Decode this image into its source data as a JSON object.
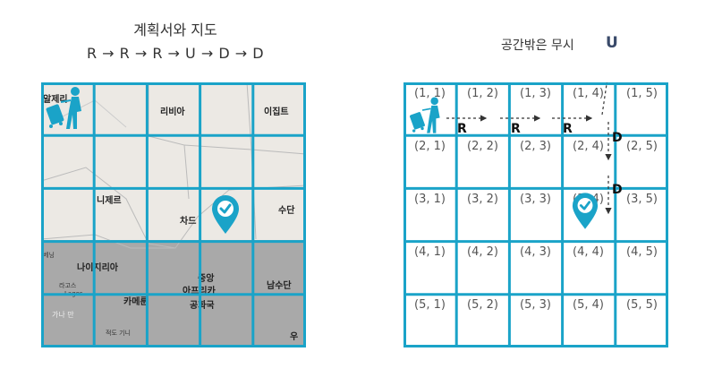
{
  "left": {
    "title": "계획서와 지도",
    "plan": "R → R → R → U → D → D",
    "map_labels": {
      "algeria": "알제리",
      "libya": "리비아",
      "egypt": "이집트",
      "niger": "니제르",
      "chad": "차드",
      "sudan": "수단",
      "benin": "베닝",
      "nigeria": "나이지리아",
      "lagos_kr": "라고스",
      "lagos_en": "Lagos",
      "cameroon": "카메룬",
      "car_line1": "중앙",
      "car_line2": "아프리카",
      "car_line3": "공화국",
      "south_sudan": "남수단",
      "ghana": "가나 만",
      "eq_guinea": "적도 기니",
      "uganda": "우"
    }
  },
  "right": {
    "title": "공간밖은 무시",
    "ignored_move": "U",
    "rows": [
      [
        "(1, 1)",
        "(1, 2)",
        "(1, 3)",
        "(1, 4)",
        "(1, 5)"
      ],
      [
        "(2, 1)",
        "(2, 2)",
        "(2, 3)",
        "(2, 4)",
        "(2, 5)"
      ],
      [
        "(3, 1)",
        "(3, 2)",
        "(3, 3)",
        "(3, 4)",
        "(3, 5)"
      ],
      [
        "(4, 1)",
        "(4, 2)",
        "(4, 3)",
        "(4, 4)",
        "(4, 5)"
      ],
      [
        "(5, 1)",
        "(5, 2)",
        "(5, 3)",
        "(5, 4)",
        "(5, 5)"
      ]
    ],
    "moves": [
      "R",
      "R",
      "R",
      "D",
      "D"
    ]
  },
  "colors": {
    "grid": "#1aa3c8",
    "path": "#333333",
    "map_land": "#ece9e4",
    "map_south": "#a9a9a9"
  }
}
